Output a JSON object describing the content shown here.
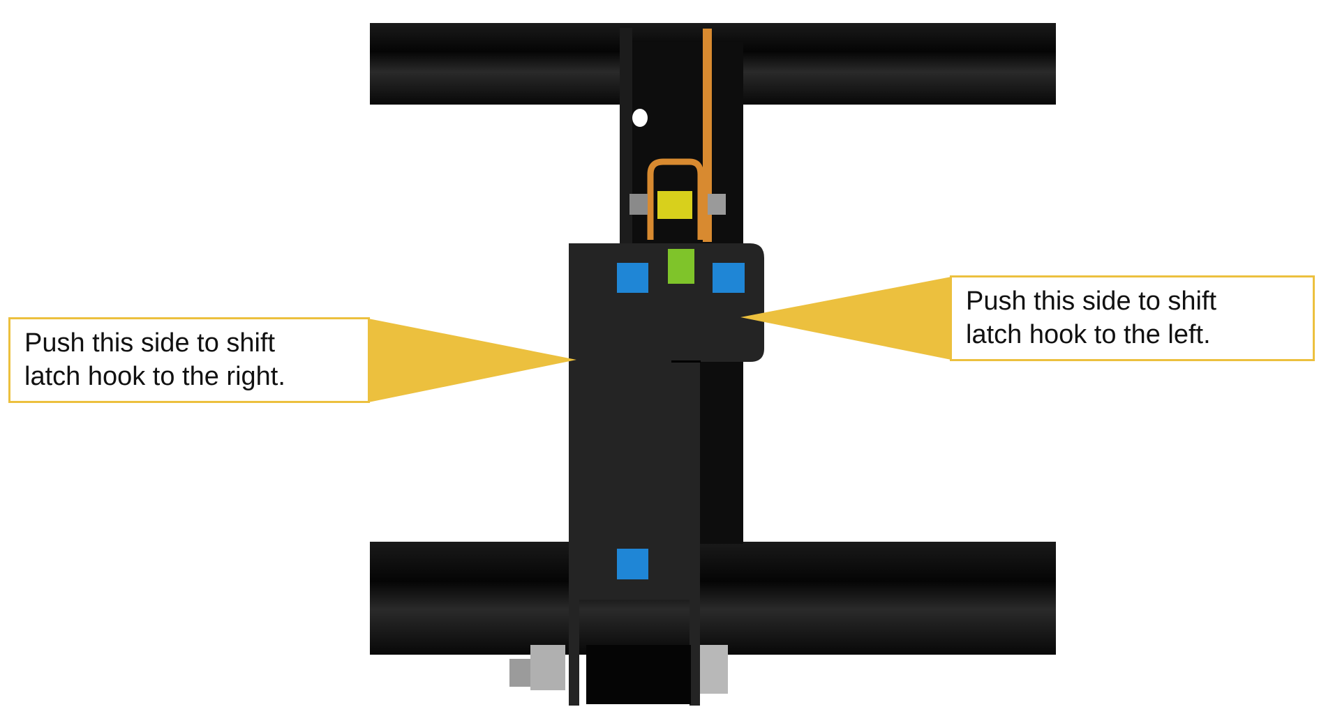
{
  "callouts": {
    "left": {
      "line1": "Push this side to shift",
      "line2": "latch hook to the right."
    },
    "right": {
      "line1": "Push this side to shift",
      "line2": "latch hook to the left."
    }
  },
  "colors": {
    "callout": "#ecc03e",
    "marker_blue": "#1f86d6",
    "marker_green": "#7fc42a",
    "strap": "#d88a30"
  }
}
